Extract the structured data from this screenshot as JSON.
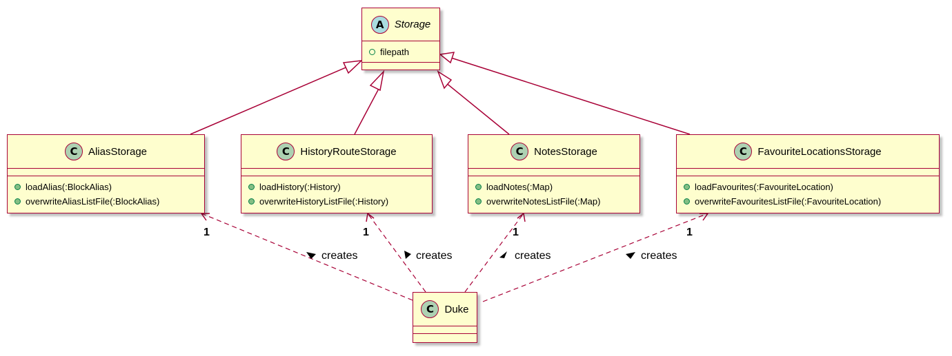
{
  "diagram": {
    "colors": {
      "box_fill": "#FEFECE",
      "border": "#A80036",
      "class_badge": "#ADD1B2",
      "abstract_badge": "#A9DCDF",
      "visibility_public": "#038048"
    },
    "storage": {
      "badge": "A",
      "name": "Storage",
      "attributes": [
        "filepath"
      ]
    },
    "alias": {
      "badge": "C",
      "name": "AliasStorage",
      "methods": [
        "loadAlias(:BlockAlias)",
        "overwriteAliasListFile(:BlockAlias)"
      ]
    },
    "history": {
      "badge": "C",
      "name": "HistoryRouteStorage",
      "methods": [
        "loadHistory(:History)",
        "overwriteHistoryListFile(:History)"
      ]
    },
    "notes": {
      "badge": "C",
      "name": "NotesStorage",
      "methods": [
        "loadNotes(:Map)",
        "overwriteNotesListFile(:Map)"
      ]
    },
    "favourites": {
      "badge": "C",
      "name": "FavouriteLocationsStorage",
      "methods": [
        "loadFavourites(:FavouriteLocation)",
        "overwriteFavouritesListFile(:FavouriteLocation)"
      ]
    },
    "duke": {
      "badge": "C",
      "name": "Duke"
    },
    "associations": [
      {
        "multiplicity": "1",
        "label": "creates"
      },
      {
        "multiplicity": "1",
        "label": "creates"
      },
      {
        "multiplicity": "1",
        "label": "creates"
      },
      {
        "multiplicity": "1",
        "label": "creates"
      }
    ]
  }
}
